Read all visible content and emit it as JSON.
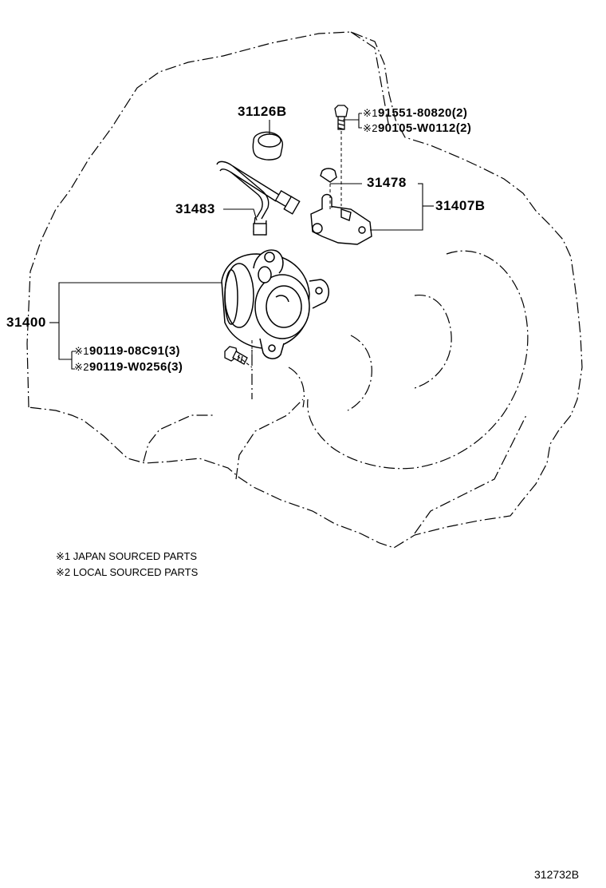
{
  "parts": {
    "p31126B": "31126B",
    "p31478": "31478",
    "p31407B": "31407B",
    "p31483": "31483",
    "p31400": "31400",
    "bolt_top": {
      "r1_mark": "※1",
      "r1_part": "91551-80820(2)",
      "r2_mark": "※2",
      "r2_part": "90105-W0112(2)"
    },
    "bolt_left": {
      "r1_mark": "※1",
      "r1_part": "90119-08C91(3)",
      "r2_mark": "※2",
      "r2_part": "90119-W0256(3)"
    }
  },
  "notes": {
    "n1": "※1 JAPAN SOURCED PARTS",
    "n2": "※2 LOCAL SOURCED PARTS"
  },
  "ref_code": "312732B"
}
